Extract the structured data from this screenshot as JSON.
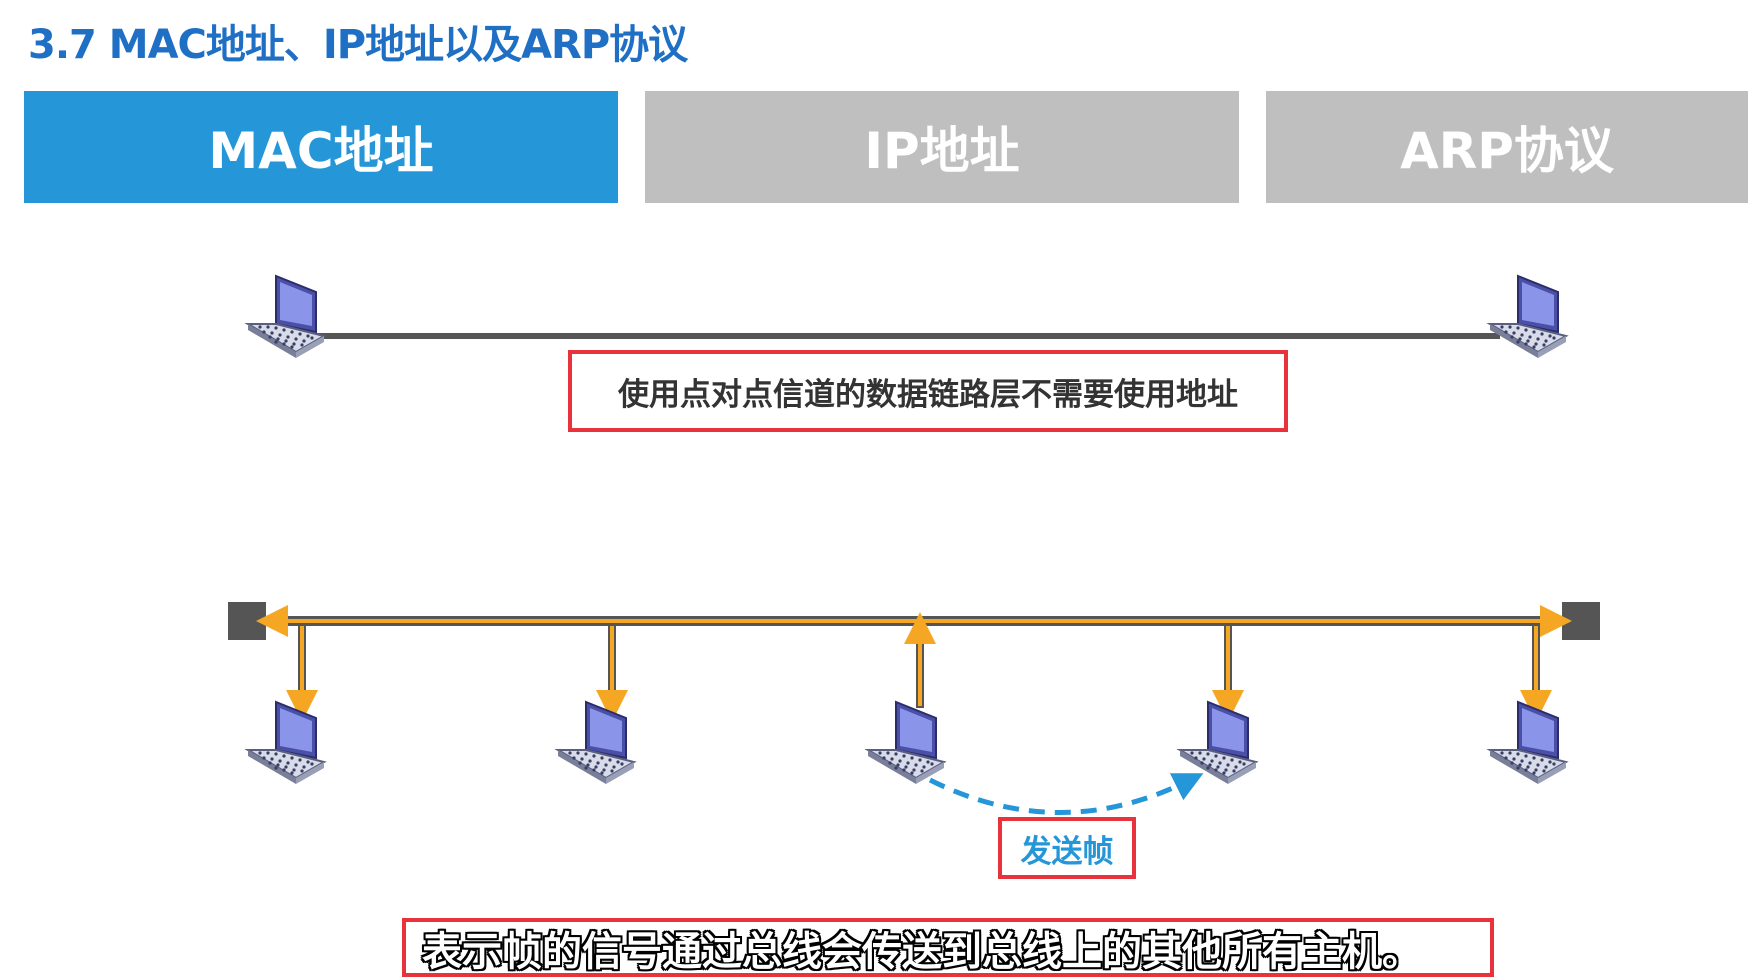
{
  "slide": {
    "title": "3.7 MAC地址、IP地址以及ARP协议"
  },
  "tabs": [
    {
      "label": "MAC地址",
      "active": true
    },
    {
      "label": "IP地址",
      "active": false
    },
    {
      "label": "ARP协议",
      "active": false
    }
  ],
  "point_to_point": {
    "note": "使用点对点信道的数据链路层不需要使用地址"
  },
  "bus": {
    "send_label": "发送帧"
  },
  "subtitle": "表示帧的信号通过总线会传送到总线上的其他所有主机。",
  "colors": {
    "title": "#1f6fc5",
    "tab_active": "#2596d8",
    "tab_inactive": "#bfbfbf",
    "callout_border": "#e8323c",
    "signal": "#f5a623",
    "frame_arrow": "#2596d8",
    "cable": "#555555"
  },
  "icons": {
    "host": "laptop-icon",
    "terminator": "terminator-icon"
  }
}
